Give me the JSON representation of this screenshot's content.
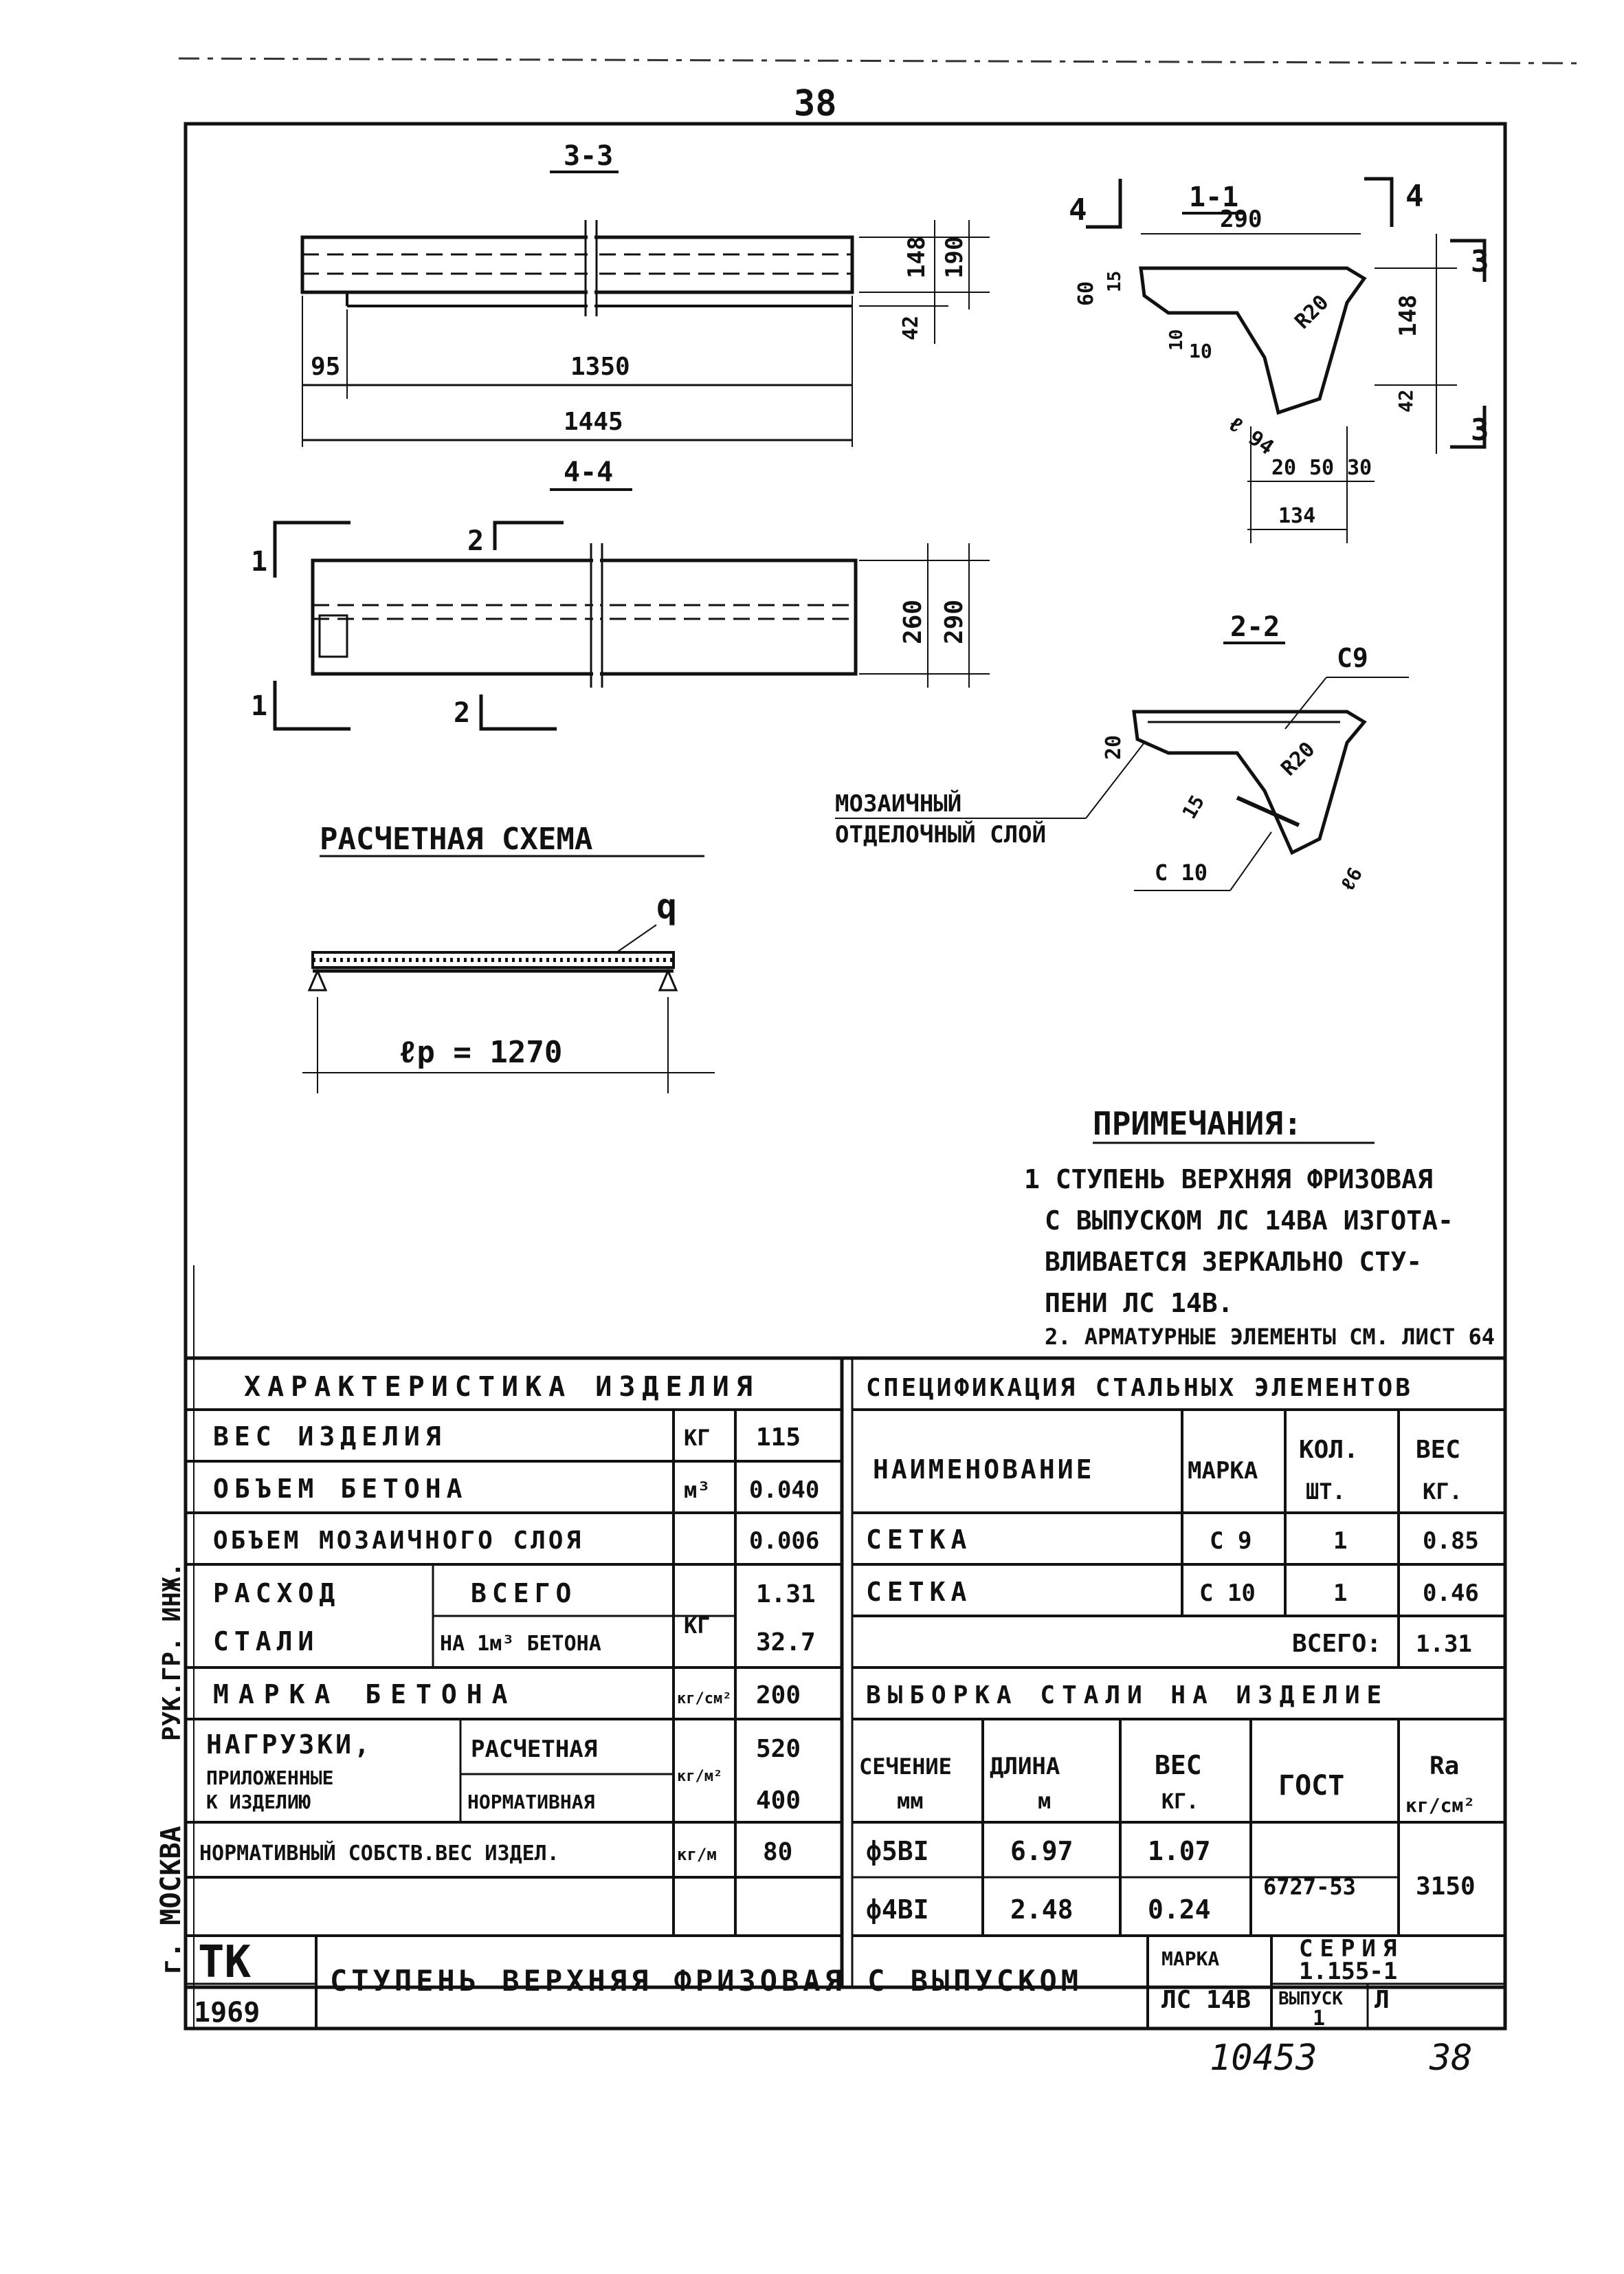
{
  "page": {
    "number_top": "38",
    "number_bottom": "38",
    "archive_no": "10453"
  },
  "sections": {
    "s33": {
      "label": "3-3",
      "dim_95": "95",
      "dim_1350": "1350",
      "dim_1445": "1445",
      "dim_148": "148",
      "dim_190": "190",
      "dim_42": "42"
    },
    "s44": {
      "label": "4-4",
      "cut1": "1",
      "cut2": "2",
      "dim_260": "260",
      "dim_290": "290"
    },
    "s11": {
      "label": "1-1",
      "cut4": "4",
      "cut3": "3",
      "dim_290": "290",
      "dim_60": "60",
      "dim_15": "15",
      "dim_10": "10",
      "dim_10b": "10",
      "dim_r20": "R20",
      "dim_148": "148",
      "dim_42": "42",
      "dim_94": "ℓ 94",
      "dim_20": "20",
      "dim_50a": "50",
      "dim_50b": "30",
      "dim_134": "134"
    },
    "s22": {
      "label": "2-2",
      "mark_c9": "C9",
      "mark_c10": "С 10",
      "dim_20": "20",
      "dim_r20": "R20",
      "dim_15": "15",
      "dim_6": "ℓ6",
      "mosaic_l1": "МОЗАИЧНЫЙ",
      "mosaic_l2": "ОТДЕЛОЧНЫЙ СЛОЙ"
    }
  },
  "scheme": {
    "title": "РАСЧЕТНАЯ СХЕМА",
    "load": "q",
    "span": "ℓр = 1270"
  },
  "notes": {
    "title": "ПРИМЕЧАНИЯ:",
    "n1": [
      "1  СТУПЕНЬ ВЕРХНЯЯ ФРИЗОВАЯ",
      "С ВЫПУСКОМ  ЛС 14ВА ИЗГОТА-",
      "ВЛИВАЕТСЯ ЗЕРКАЛЬНО СТУ-",
      "ПЕНИ ЛС 14В."
    ],
    "n2": "2. АРМАТУРНЫЕ ЭЛЕМЕНТЫ СМ. ЛИСТ 64"
  },
  "side_stamp": {
    "city": "г. МОСКВА",
    "role": "РУК.ГР.  ИНЖ."
  },
  "characteristics": {
    "title": "ХАРАКТЕРИСТИКА ИЗДЕЛИЯ",
    "rows": [
      {
        "label": "ВЕС ИЗДЕЛИЯ",
        "unit": "КГ",
        "value": "115"
      },
      {
        "label": "ОБЪЕМ БЕТОНА",
        "unit": "м³",
        "value": "0.040"
      },
      {
        "label": "ОБЪЕМ МОЗАИЧНОГО СЛОЯ",
        "unit": "",
        "value": "0.006"
      }
    ],
    "steel": {
      "label_l1": "РАСХОД",
      "label_l2": "СТАЛИ",
      "sub1": "ВСЕГО",
      "sub2": "НА 1м³ БЕТОНА",
      "unit": "КГ",
      "val1": "1.31",
      "val2": "32.7"
    },
    "grade": {
      "label": "МАРКА БЕТОНА",
      "unit": "кг/см²",
      "value": "200"
    },
    "loads": {
      "label_l1": "НАГРУЗКИ,",
      "label_l2": "ПРИЛОЖЕННЫЕ",
      "label_l3": "К ИЗДЕЛИЮ",
      "sub1": "РАСЧЕТНАЯ",
      "sub2": "НОРМАТИВНАЯ",
      "unit": "кг/м²",
      "val1": "520",
      "val2": "400"
    },
    "selfweight": {
      "label": "НОРМАТИВНЫЙ СОБСТВ.ВЕС ИЗДЕЛ.",
      "unit": "кг/м",
      "value": "80"
    }
  },
  "spec": {
    "title": "СПЕЦИФИКАЦИЯ СТАЛЬНЫХ ЭЛЕМЕНТОВ",
    "headers": {
      "name": "НАИМЕНОВАНИЕ",
      "mark": "МАРКА",
      "qty_l1": "КОЛ.",
      "qty_l2": "ШТ.",
      "weight_l1": "ВЕС",
      "weight_l2": "КГ."
    },
    "rows": [
      {
        "name": "СЕТКА",
        "mark": "С 9",
        "qty": "1",
        "weight": "0.85"
      },
      {
        "name": "СЕТКА",
        "mark": "С 10",
        "qty": "1",
        "weight": "0.46"
      }
    ],
    "total_label": "ВСЕГО:",
    "total_value": "1.31"
  },
  "selection": {
    "title": "ВЫБОРКА СТАЛИ НА ИЗДЕЛИЕ",
    "headers": {
      "sec_l1": "СЕЧЕНИЕ",
      "sec_l2": "мм",
      "len_l1": "ДЛИНА",
      "len_l2": "м",
      "w_l1": "ВЕС",
      "w_l2": "КГ.",
      "gost": "ГОСТ",
      "ra_l1": "Ra",
      "ra_l2": "кг/см²"
    },
    "rows": [
      {
        "sec": "ф5ВI",
        "len": "6.97",
        "w": "1.07"
      },
      {
        "sec": "ф4ВI",
        "len": "2.48",
        "w": "0.24"
      }
    ],
    "gost": "6727-53",
    "ra": "3150"
  },
  "titleblock": {
    "org": "ТК",
    "year": "1969",
    "title": "СТУПЕНЬ ВЕРХНЯЯ ФРИЗОВАЯ С ВЫПУСКОМ",
    "mark_label": "МАРКА",
    "mark_value": "ЛС 14В",
    "series_label": "СЕРИЯ",
    "series_value": "1.155-1",
    "issue_label": "ВЫПУСК",
    "issue_value": "1",
    "sheet_letter": "Л"
  }
}
